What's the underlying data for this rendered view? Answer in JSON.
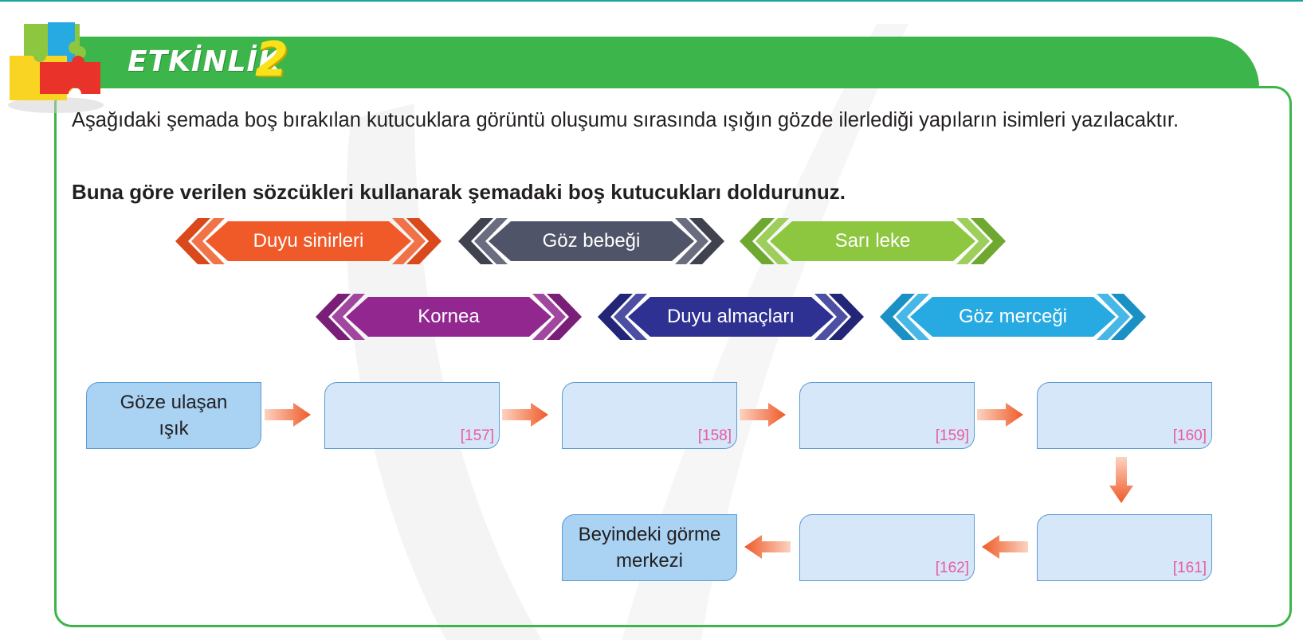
{
  "activity": {
    "label": "ETKİNLİK",
    "number": "2"
  },
  "intro": "Aşağıdaki şemada boş bırakılan kutucuklara görüntü oluşumu sırasında ışığın gözde ilerlediği yapıların isimleri yazılacaktır.",
  "instruction": "Buna göre verilen sözcükleri kullanarak şemadaki boş kutucukları doldurunuz.",
  "words": [
    {
      "label": "Duyu sinirleri",
      "color": "#ef5a28",
      "color_dark": "#d9491c"
    },
    {
      "label": "Göz bebeği",
      "color": "#505468",
      "color_dark": "#40434f"
    },
    {
      "label": "Sarı leke",
      "color": "#8dc63f",
      "color_dark": "#6fa830"
    },
    {
      "label": "Kornea",
      "color": "#92278f",
      "color_dark": "#7a1f78"
    },
    {
      "label": "Duyu almaçları",
      "color": "#2e3192",
      "color_dark": "#232677"
    },
    {
      "label": "Göz merceği",
      "color": "#27aae1",
      "color_dark": "#1a90c4"
    }
  ],
  "flow": {
    "start": "Göze ulaşan ışık",
    "end": "Beyindeki görme merkezi",
    "blanks": [
      "[157]",
      "[158]",
      "[159]",
      "[160]",
      "[161]",
      "[162]"
    ]
  }
}
